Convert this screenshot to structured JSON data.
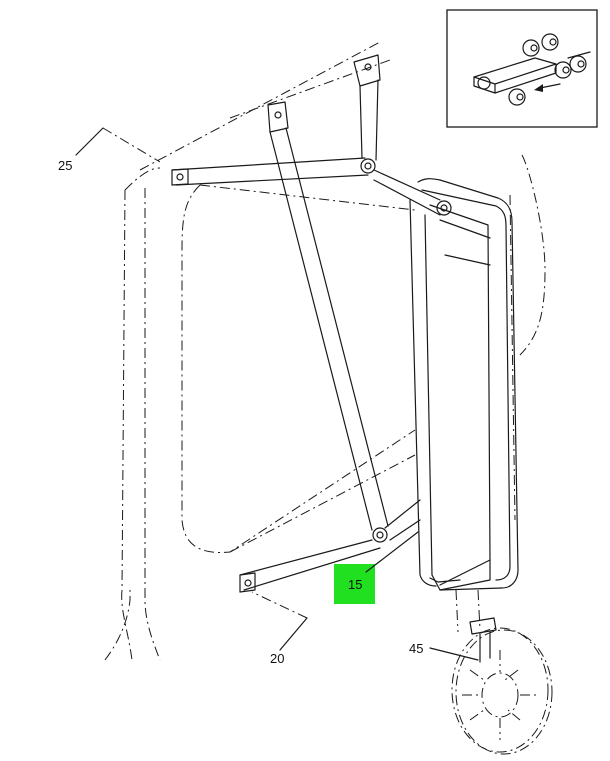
{
  "callouts": {
    "c25": "25",
    "c20": "20",
    "c15": "15",
    "c45": "45"
  },
  "colors": {
    "highlight": "#20e020",
    "ink": "#1a1a1a"
  }
}
